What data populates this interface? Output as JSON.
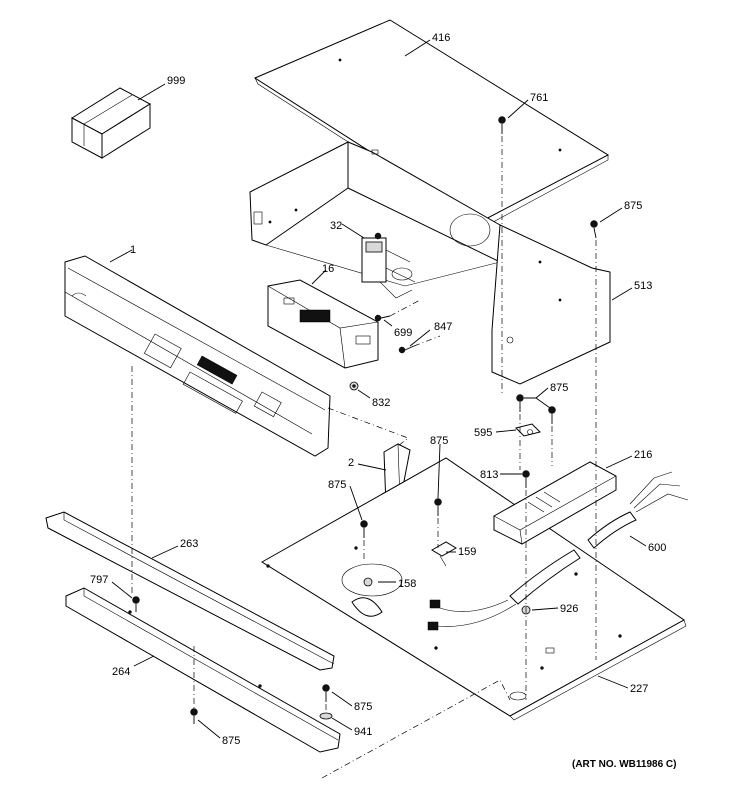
{
  "labels": {
    "p416": "416",
    "p999": "999",
    "p761": "761",
    "p875a": "875",
    "p513": "513",
    "p32": "32",
    "p1": "1",
    "p16": "16",
    "p699": "699",
    "p847": "847",
    "p832": "832",
    "p875b": "875",
    "p595": "595",
    "p875c": "875",
    "p813": "813",
    "p216": "216",
    "p2": "2",
    "p875d": "875",
    "p600": "600",
    "p263": "263",
    "p159": "159",
    "p158": "158",
    "p797": "797",
    "p926": "926",
    "p264": "264",
    "p227": "227",
    "p875e": "875",
    "p941": "941",
    "p875f": "875"
  },
  "art_number": "(ART NO. WB11986 C)"
}
